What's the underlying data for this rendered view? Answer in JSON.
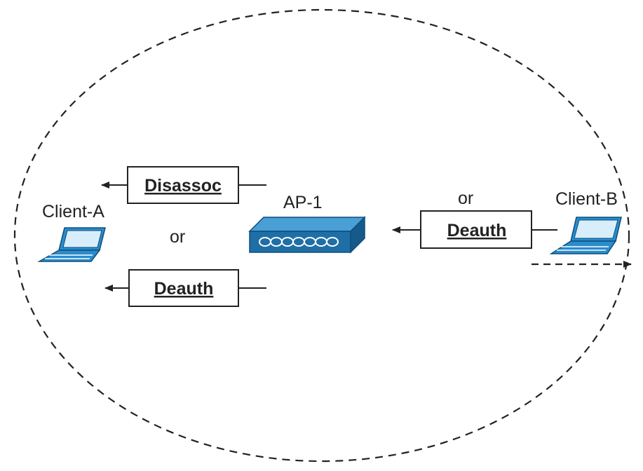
{
  "diagram": {
    "ap": {
      "label": "AP-1"
    },
    "client_a": {
      "label": "Client-A"
    },
    "client_b": {
      "label": "Client-B"
    },
    "frames": {
      "disassoc_to_a": "Disassoc",
      "deauth_to_a": "Deauth",
      "deauth_from_b": "Deauth"
    },
    "connectors": {
      "or_client_a": "or",
      "or_client_b": "or"
    },
    "colors": {
      "ap_fill": "#1f6fa6",
      "laptop_fill": "#2a8ccc",
      "line": "#222222"
    }
  }
}
